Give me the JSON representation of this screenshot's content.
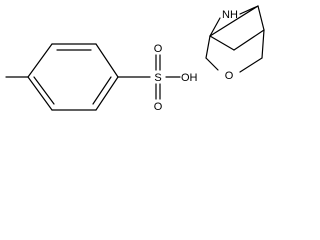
{
  "molecule_tosylate": {
    "atoms": {
      "sulfur": "S",
      "oxygen_top": "O",
      "oxygen_bottom": "O",
      "hydroxyl": "OH"
    }
  },
  "molecule_bicycle": {
    "atoms": {
      "amine": "NH",
      "ether_oxygen": "O"
    }
  },
  "colors": {
    "ink": "#000000",
    "background": "#ffffff"
  }
}
